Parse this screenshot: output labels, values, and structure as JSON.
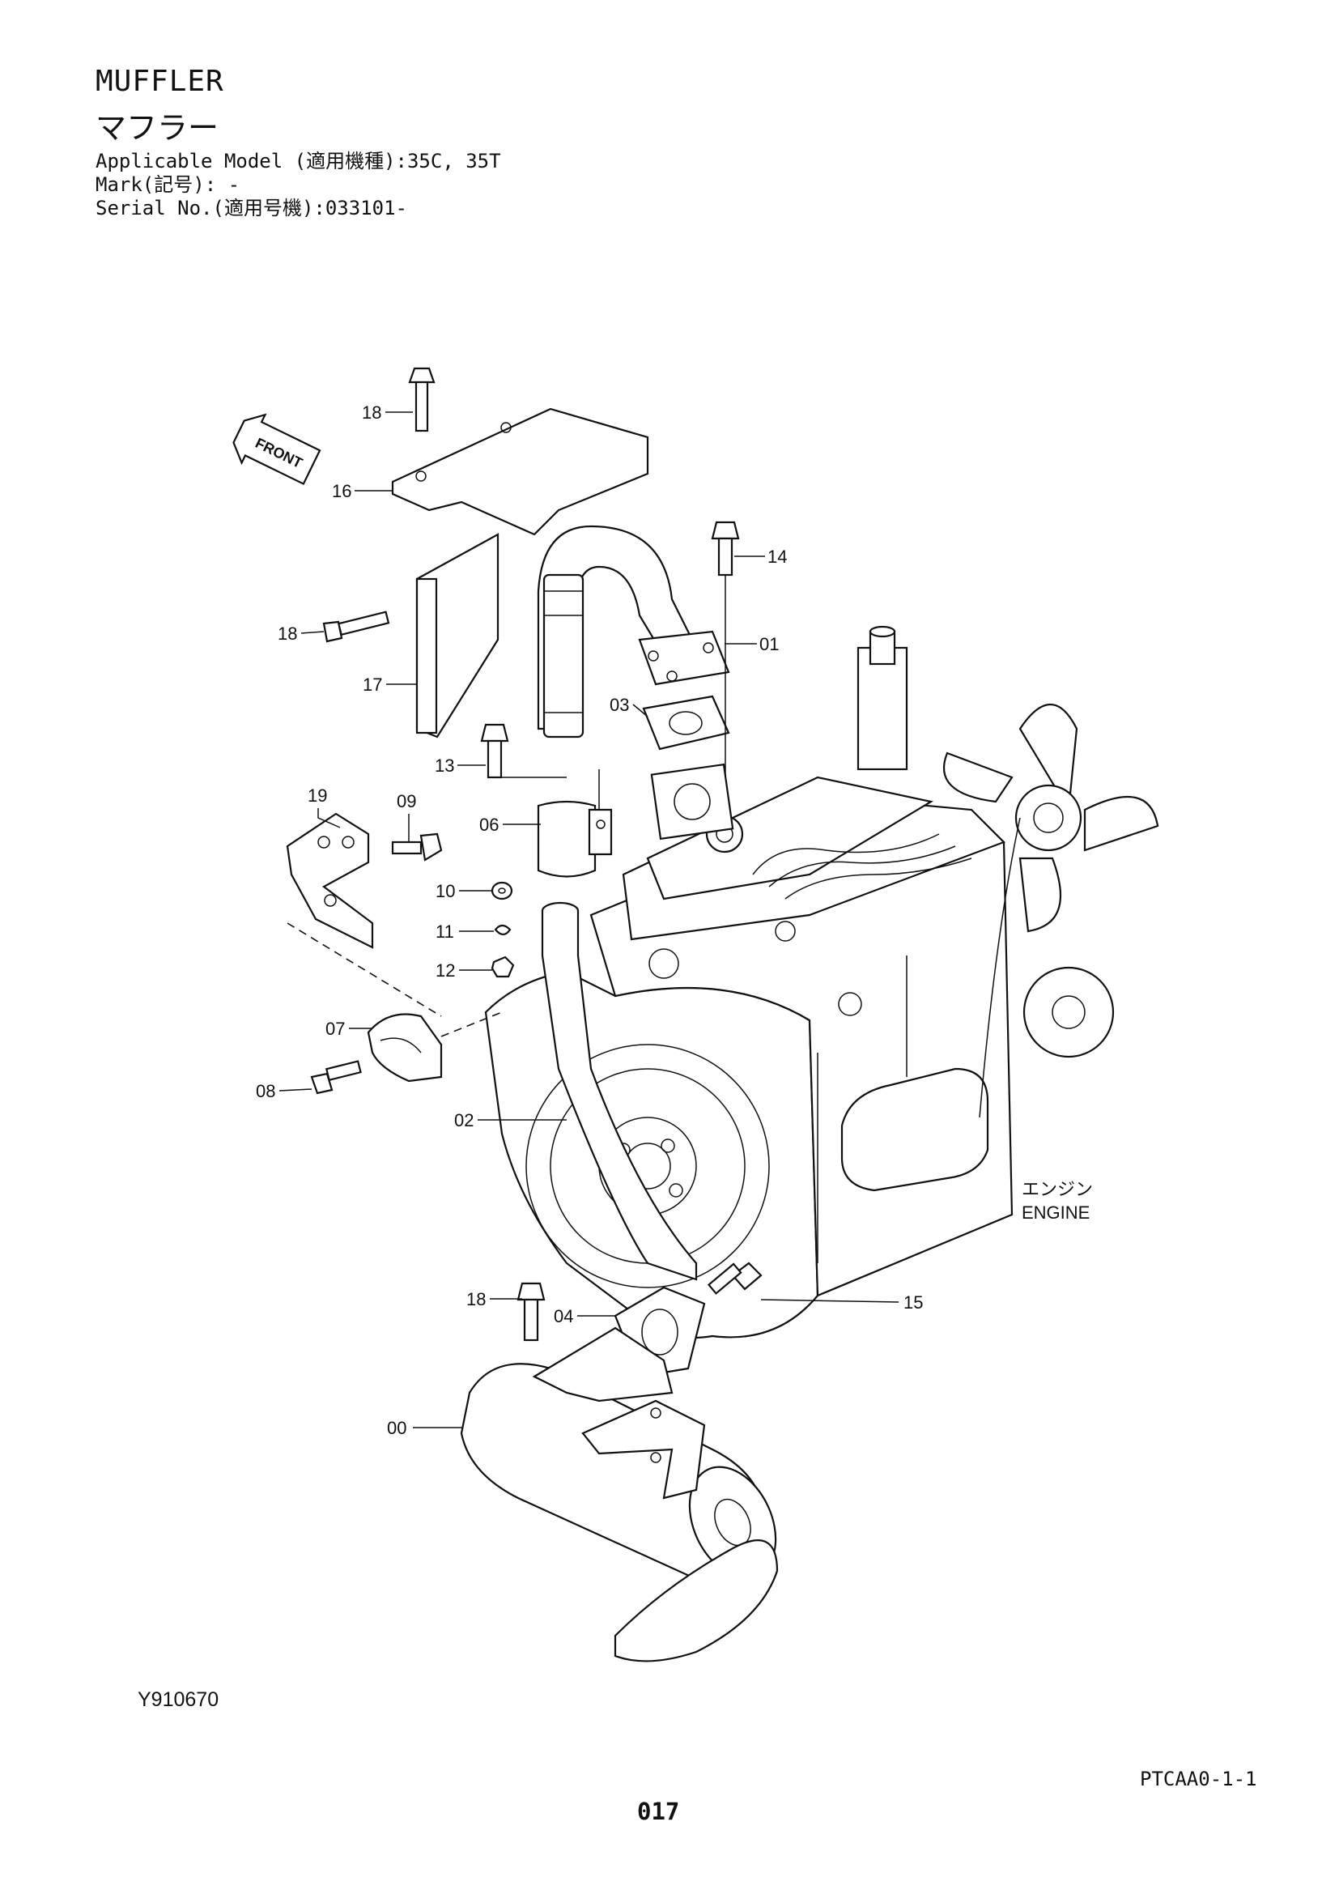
{
  "header": {
    "title_en": "MUFFLER",
    "title_ja": "マフラー",
    "applicable_model": "Applicable Model (適用機種):35C, 35T",
    "mark": "Mark(記号): -",
    "serial_no": "Serial No.(適用号機):033101-"
  },
  "diagram": {
    "front_arrow": "FRONT",
    "engine_ja": "エンジン",
    "engine_en": "ENGINE",
    "callouts": [
      "18",
      "16",
      "14",
      "18",
      "01",
      "17",
      "03",
      "13",
      "19",
      "09",
      "06",
      "10",
      "11",
      "12",
      "07",
      "08",
      "02",
      "18",
      "15",
      "04",
      "00"
    ]
  },
  "footer": {
    "figure_id": "Y910670",
    "page_code": "PTCAA0-1-1",
    "page_number": "017"
  }
}
